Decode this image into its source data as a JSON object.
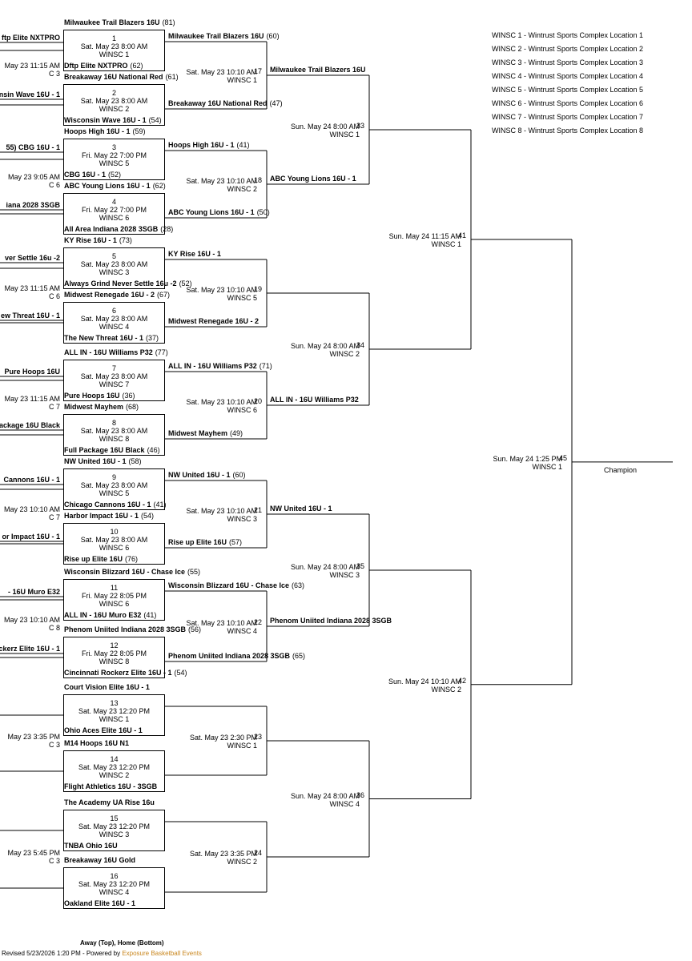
{
  "legend": [
    "WINSC 1 - Wintrust Sports Complex Location 1",
    "WINSC 2 - Wintrust Sports Complex Location 2",
    "WINSC 3 - Wintrust Sports Complex Location 3",
    "WINSC 4 - Wintrust Sports Complex Location 4",
    "WINSC 5 - Wintrust Sports Complex Location 5",
    "WINSC 6 - Wintrust Sports Complex Location 6",
    "WINSC 7 - Wintrust Sports Complex Location 7",
    "WINSC 8 - Wintrust Sports Complex Location 8"
  ],
  "round1": [
    {
      "num": "1",
      "time": "Sat. May 23 8:00 AM",
      "loc": "WINSC 1",
      "top": "Milwaukee Trail Blazers 16U",
      "top_score": "(81)",
      "bottom": "Dftp Elite NXTPRO",
      "bottom_score": "(62)"
    },
    {
      "num": "2",
      "time": "Sat. May 23 8:00 AM",
      "loc": "WINSC 2",
      "top": "Breakaway 16U National Red",
      "top_score": "(61)",
      "bottom": "Wisconsin Wave 16U - 1",
      "bottom_score": "(54)"
    },
    {
      "num": "3",
      "time": "Fri. May 22 7:00 PM",
      "loc": "WINSC 5",
      "top": "Hoops High 16U - 1",
      "top_score": "(59)",
      "bottom": "CBG 16U - 1",
      "bottom_score": "(52)"
    },
    {
      "num": "4",
      "time": "Fri. May 22 7:00 PM",
      "loc": "WINSC 6",
      "top": "ABC Young Lions 16U - 1",
      "top_score": "(62)",
      "bottom": "All Area Indiana 2028 3SGB",
      "bottom_score": "(28)"
    },
    {
      "num": "5",
      "time": "Sat. May 23 8:00 AM",
      "loc": "WINSC 3",
      "top": "KY Rise 16U - 1",
      "top_score": "(73)",
      "bottom": "Always Grind Never Settle 16u -2",
      "bottom_score": "(52)"
    },
    {
      "num": "6",
      "time": "Sat. May 23 8:00 AM",
      "loc": "WINSC 4",
      "top": "Midwest Renegade 16U - 2",
      "top_score": "(67)",
      "bottom": "The New Threat 16U - 1",
      "bottom_score": "(37)"
    },
    {
      "num": "7",
      "time": "Sat. May 23 8:00 AM",
      "loc": "WINSC 7",
      "top": "ALL IN - 16U Williams P32",
      "top_score": "(77)",
      "bottom": "Pure Hoops 16U",
      "bottom_score": "(36)"
    },
    {
      "num": "8",
      "time": "Sat. May 23 8:00 AM",
      "loc": "WINSC 8",
      "top": "Midwest Mayhem",
      "top_score": "(68)",
      "bottom": "Full Package 16U Black",
      "bottom_score": "(46)"
    },
    {
      "num": "9",
      "time": "Sat. May 23 8:00 AM",
      "loc": "WINSC 5",
      "top": "NW United 16U - 1",
      "top_score": "(58)",
      "bottom": "Chicago Cannons 16U - 1",
      "bottom_score": "(41)"
    },
    {
      "num": "10",
      "time": "Sat. May 23 8:00 AM",
      "loc": "WINSC 6",
      "top": "Harbor Impact 16U - 1",
      "top_score": "(54)",
      "bottom": "Rise up Elite 16U",
      "bottom_score": "(76)"
    },
    {
      "num": "11",
      "time": "Fri. May 22 8:05 PM",
      "loc": "WINSC 6",
      "top": "Wisconsin Blizzard 16U - Chase Ice",
      "top_score": "(55)",
      "bottom": "ALL IN - 16U Muro E32",
      "bottom_score": "(41)"
    },
    {
      "num": "12",
      "time": "Fri. May 22 8:05 PM",
      "loc": "WINSC 8",
      "top": "Phenom Uniited Indiana 2028 3SGB",
      "top_score": "(56)",
      "bottom": "Cincinnati Rockerz Elite 16U - 1",
      "bottom_score": "(54)"
    },
    {
      "num": "13",
      "time": "Sat. May 23 12:20 PM",
      "loc": "WINSC 1",
      "top": "Court Vision Elite 16U - 1",
      "top_score": "",
      "bottom": "Ohio Aces Elite 16U - 1",
      "bottom_score": ""
    },
    {
      "num": "14",
      "time": "Sat. May 23 12:20 PM",
      "loc": "WINSC 2",
      "top": "M14 Hoops 16U N1",
      "top_score": "",
      "bottom": "Flight Athletics 16U - 3SGB",
      "bottom_score": ""
    },
    {
      "num": "15",
      "time": "Sat. May 23 12:20 PM",
      "loc": "WINSC 3",
      "top": "The Academy UA Rise 16u",
      "top_score": "",
      "bottom": "TNBA Ohio 16U",
      "bottom_score": ""
    },
    {
      "num": "16",
      "time": "Sat. May 23 12:20 PM",
      "loc": "WINSC 4",
      "top": "Breakaway 16U Gold",
      "top_score": "",
      "bottom": "Oakland Elite 16U - 1",
      "bottom_score": ""
    }
  ],
  "round2": [
    {
      "num": "17",
      "time": "Sat. May 23 10:10 AM",
      "loc": "WINSC 1",
      "top": "Milwaukee Trail Blazers 16U",
      "top_score": "(60)",
      "bottom": "Breakaway 16U National Red",
      "bottom_score": "(47)"
    },
    {
      "num": "18",
      "time": "Sat. May 23 10:10 AM",
      "loc": "WINSC 2",
      "top": "Hoops High 16U - 1",
      "top_score": "(41)",
      "bottom": "ABC Young Lions 16U - 1",
      "bottom_score": "(50)"
    },
    {
      "num": "19",
      "time": "Sat. May 23 10:10 AM",
      "loc": "WINSC 5",
      "top": "KY Rise 16U - 1",
      "top_score": "",
      "bottom": "Midwest Renegade 16U - 2",
      "bottom_score": ""
    },
    {
      "num": "20",
      "time": "Sat. May 23 10:10 AM",
      "loc": "WINSC 6",
      "top": "ALL IN - 16U Williams P32",
      "top_score": "(71)",
      "bottom": "Midwest Mayhem",
      "bottom_score": "(49)"
    },
    {
      "num": "21",
      "time": "Sat. May 23 10:10 AM",
      "loc": "WINSC 3",
      "top": "NW United 16U - 1",
      "top_score": "(60)",
      "bottom": "Rise up Elite 16U",
      "bottom_score": "(57)"
    },
    {
      "num": "22",
      "time": "Sat. May 23 10:10 AM",
      "loc": "WINSC 4",
      "top": "Wisconsin Blizzard 16U - Chase Ice",
      "top_score": "(63)",
      "bottom": "Phenom Uniited Indiana 2028 3SGB",
      "bottom_score": "(65)"
    },
    {
      "num": "23",
      "time": "Sat. May 23 2:30 PM",
      "loc": "WINSC 1",
      "top": "",
      "top_score": "",
      "bottom": "",
      "bottom_score": ""
    },
    {
      "num": "24",
      "time": "Sat. May 23 3:35 PM",
      "loc": "WINSC 2",
      "top": "",
      "top_score": "",
      "bottom": "",
      "bottom_score": ""
    }
  ],
  "round3": [
    {
      "num": "33",
      "time": "Sun. May 24 8:00 AM",
      "loc": "WINSC 1",
      "top": "Milwaukee Trail Blazers 16U",
      "bottom": "ABC Young Lions 16U - 1"
    },
    {
      "num": "34",
      "time": "Sun. May 24 8:00 AM",
      "loc": "WINSC 2",
      "top": "",
      "bottom": "ALL IN - 16U Williams P32"
    },
    {
      "num": "35",
      "time": "Sun. May 24 8:00 AM",
      "loc": "WINSC 3",
      "top": "NW United 16U - 1",
      "bottom": "Phenom Uniited Indiana 2028 3SGB"
    },
    {
      "num": "36",
      "time": "Sun. May 24 8:00 AM",
      "loc": "WINSC 4",
      "top": "",
      "bottom": ""
    }
  ],
  "round4": [
    {
      "num": "41",
      "time": "Sun. May 24 11:15 AM",
      "loc": "WINSC 1"
    },
    {
      "num": "42",
      "time": "Sun. May 24 10:10 AM",
      "loc": "WINSC 2"
    }
  ],
  "final": {
    "num": "45",
    "time": "Sun. May 24 1:25 PM",
    "loc": "WINSC 1",
    "label": "Champion"
  },
  "left_cut": [
    {
      "row": 0,
      "label": "ftp Elite NXTPRO"
    },
    {
      "row": 1,
      "label": "May 23 11:15 AM"
    },
    {
      "row": 2,
      "label": "C 3"
    },
    {
      "row": 3,
      "label": "nsin Wave 16U - 1"
    },
    {
      "row": 4,
      "label": "55) CBG 16U - 1"
    },
    {
      "row": 5,
      "label": "May 23 9:05 AM"
    },
    {
      "row": 6,
      "label": "C 6"
    },
    {
      "row": 7,
      "label": "iana 2028 3SGB"
    },
    {
      "row": 8,
      "label": "ver Settle 16u -2"
    },
    {
      "row": 9,
      "label": "May 23 11:15 AM"
    },
    {
      "row": 10,
      "label": "C 6"
    },
    {
      "row": 11,
      "label": "ew Threat 16U - 1"
    },
    {
      "row": 12,
      "label": "Pure Hoops 16U"
    },
    {
      "row": 13,
      "label": "May 23 11:15 AM"
    },
    {
      "row": 14,
      "label": "C 7"
    },
    {
      "row": 15,
      "label": "ackage 16U Black"
    },
    {
      "row": 16,
      "label": "Cannons 16U - 1"
    },
    {
      "row": 17,
      "label": "May 23 10:10 AM"
    },
    {
      "row": 18,
      "label": "C 7"
    },
    {
      "row": 19,
      "label": "or Impact 16U - 1"
    },
    {
      "row": 20,
      "label": "- 16U Muro E32"
    },
    {
      "row": 21,
      "label": "May 23 10:10 AM"
    },
    {
      "row": 22,
      "label": "C 8"
    },
    {
      "row": 23,
      "label": "ockerz Elite 16U - 1"
    },
    {
      "row": 24,
      "label": "May 23 3:35 PM"
    },
    {
      "row": 25,
      "label": "C 3"
    },
    {
      "row": 26,
      "label": "May 23 5:45 PM"
    },
    {
      "row": 27,
      "label": "C 3"
    }
  ],
  "footer": {
    "note": "Away (Top), Home (Bottom)",
    "revised": "Revised 5/23/2026 1:20 PM - Powered by ",
    "link": "Exposure Basketball Events"
  }
}
